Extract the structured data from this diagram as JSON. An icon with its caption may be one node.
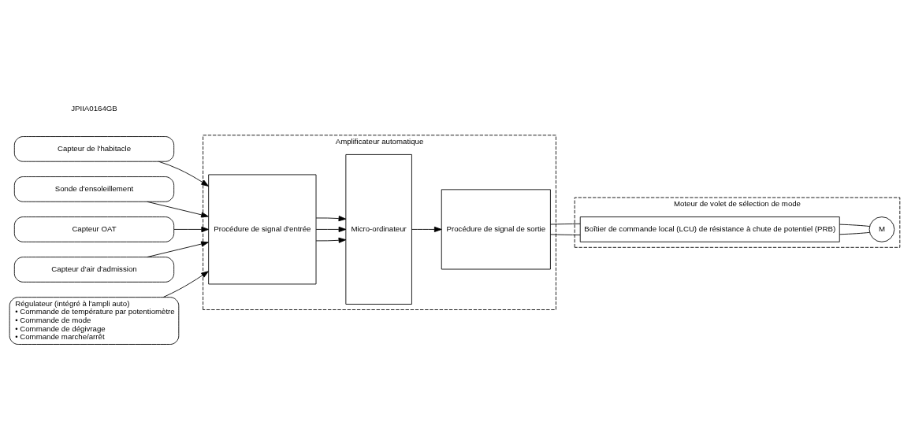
{
  "diagram": {
    "nodes": [
      {
        "text": [
          "Amplificateur automatique"
        ]
      },
      {
        "text": [
          "Capteur de l'habitacle"
        ]
      },
      {
        "text": [
          "Sonde d'ensoleillement"
        ]
      },
      {
        "text": [
          "Capteur OAT"
        ]
      },
      {
        "text": [
          "Capteur d'air d'admission"
        ]
      },
      {
        "text": [
          "Régulateur (intégré à l'ampli auto)",
          "• Commande de température par potentiomètre",
          "• Commande de mode",
          "• Commande de dégivrage",
          "• Commande marche/arrêt"
        ]
      },
      {
        "text": [
          "Procédure de signal d'entrée"
        ],
        "in": 0
      },
      {
        "text": [
          "Micro-ordinateur"
        ],
        "in": 0
      },
      {
        "text": [
          "Procédure de signal de sortie"
        ],
        "in": 0
      },
      {
        "text": [
          "Moteur de volet de sélection de mode"
        ]
      },
      {
        "text": [
          "Boîtier de commande local (LCU) de résistance à chute de potentiel (PRB)"
        ],
        "in": 9
      },
      {
        "text": [
          "M"
        ],
        "in": 9
      }
    ],
    "edges": [
      {
        "from": 1,
        "to": 6,
        "arrow": "to"
      },
      {
        "from": 2,
        "to": 6,
        "arrow": "to"
      },
      {
        "from": 3,
        "to": 6,
        "arrow": "to"
      },
      {
        "from": 4,
        "to": 6,
        "arrow": "to"
      },
      {
        "from": 5,
        "to": 6,
        "arrow": "to"
      },
      {
        "from": 6,
        "to": 7,
        "arrow": "to"
      },
      {
        "from": 6,
        "to": 7,
        "arrow": "to"
      },
      {
        "from": 6,
        "to": 7,
        "arrow": "to"
      },
      {
        "from": 7,
        "to": 8,
        "arrow": "to"
      },
      {
        "from": 8,
        "to": 10,
        "arrow": "none"
      },
      {
        "from": 8,
        "to": 10,
        "arrow": "none"
      },
      {
        "from": 10,
        "to": 11,
        "arrow": "none"
      },
      {
        "from": 10,
        "to": 11,
        "arrow": "none"
      }
    ],
    "labels": [
      "JPIIA0164GB"
    ]
  }
}
